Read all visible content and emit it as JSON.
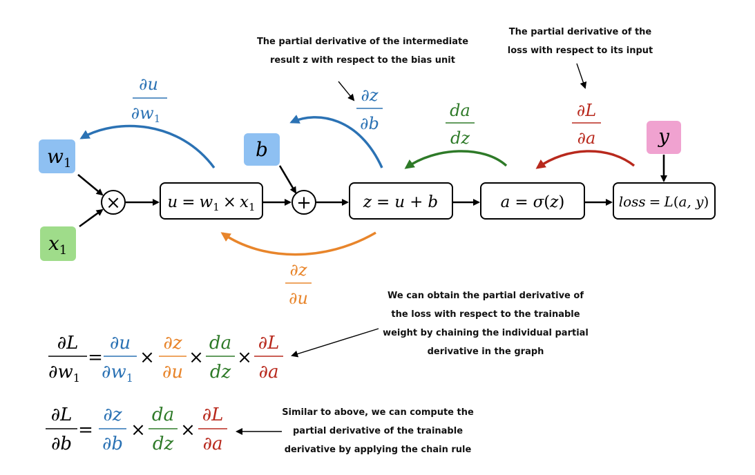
{
  "colors": {
    "blue": "#2b72b4",
    "orange": "#e8852b",
    "green": "#2e7a28",
    "red": "#b8291d",
    "node_blue": "#8ec0f2",
    "node_green": "#9fdc8a",
    "node_pink": "#f0a2d0",
    "black": "#000000"
  },
  "inputs": {
    "w1": {
      "base": "w",
      "sub": "1"
    },
    "x1": {
      "base": "x",
      "sub": "1"
    },
    "b": "b",
    "y": "y"
  },
  "operators": {
    "multiply": "×",
    "add": "+"
  },
  "nodes": {
    "u": {
      "lhs": "u",
      "eq": "=",
      "w": "w",
      "w_sub": "1",
      "times": "×",
      "x": "x",
      "x_sub": "1"
    },
    "z": {
      "lhs": "z",
      "eq": "=",
      "rhs_a": "u",
      "plus": "+",
      "rhs_b": "b"
    },
    "a": {
      "lhs": "a",
      "eq": "=",
      "sigma": "σ",
      "paren_open": "(",
      "arg": "z",
      "paren_close": ")"
    },
    "loss": {
      "lhs": "loss",
      "eq": "=",
      "fn": "L",
      "paren_open": "(",
      "args": "a, y",
      "paren_close": ")"
    }
  },
  "derivatives": {
    "du_dw1": {
      "num": "∂u",
      "den": "∂w",
      "den_sub": "1"
    },
    "dz_db": {
      "num": "∂z",
      "den": "∂b"
    },
    "da_dz": {
      "num": "da",
      "den": "dz"
    },
    "dL_da": {
      "num": "∂L",
      "den": "∂a"
    },
    "dz_du": {
      "num": "∂z",
      "den": "∂u"
    }
  },
  "annotations": {
    "bias_line1": "The partial derivative of the intermediate",
    "bias_line2": "result z with respect to the bias unit",
    "loss_line1": "The partial derivative of the",
    "loss_line2": "loss with respect to its input",
    "chain_line1": "We can obtain the partial derivative of",
    "chain_line2": "the loss with respect to the trainable",
    "chain_line3": "weight by chaining the individual partial",
    "chain_line4": "derivative in the graph",
    "similar_line1": "Similar to above, we can compute the",
    "similar_line2": "partial derivative of the trainable",
    "similar_line3": "derivative by applying the chain rule"
  },
  "equations": {
    "eq1": {
      "lhs_num": "∂L",
      "lhs_den": "∂w",
      "lhs_den_sub": "1",
      "eq": "=",
      "t1_num": "∂u",
      "t1_den": "∂w",
      "t1_den_sub": "1",
      "x1": "×",
      "t2_num": "∂z",
      "t2_den": "∂u",
      "x2": "×",
      "t3_num": "da",
      "t3_den": "dz",
      "x3": "×",
      "t4_num": "∂L",
      "t4_den": "∂a"
    },
    "eq2": {
      "lhs_num": "∂L",
      "lhs_den": "∂b",
      "eq": "=",
      "t1_num": "∂z",
      "t1_den": "∂b",
      "x1": "×",
      "t2_num": "da",
      "t2_den": "dz",
      "x2": "×",
      "t3_num": "∂L",
      "t3_den": "∂a"
    }
  }
}
